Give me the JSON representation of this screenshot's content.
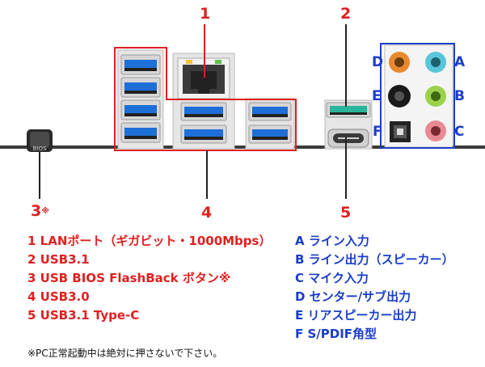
{
  "callouts": {
    "c1": "1",
    "c2": "2",
    "c3": "3",
    "c3_mark": "※",
    "c4": "4",
    "c5": "5"
  },
  "bios_button_label": "BIOS",
  "port_letters": {
    "A": "A",
    "B": "B",
    "C": "C",
    "D": "D",
    "E": "E",
    "F": "F"
  },
  "legend_left": [
    "1 LANポート（ギガビット・1000Mbps）",
    "2 USB3.1",
    "3 USB BIOS FlashBack ボタン※",
    "4 USB3.0",
    "5 USB3.1 Type-C"
  ],
  "legend_right": [
    "A ライン入力",
    "B ライン出力（スピーカー）",
    "C マイク入力",
    "D センター/サブ出力",
    "E リアスピーカー出力",
    "F S/PDIF角型"
  ],
  "footnote": "※PC正常起動中は絶対に押さないで下さい。",
  "colors": {
    "callout_red": "#e02020",
    "port_blue": "#1a3ec8",
    "usb3_blue": "#1f6fd8",
    "usb31_teal": "#2ab59a",
    "audio_orange": "#e8892e",
    "audio_lightblue": "#58c6d8",
    "audio_black": "#1a1a1a",
    "audio_green": "#9bd24a",
    "audio_pink": "#e88a94"
  },
  "icons": [
    "bios-button-icon",
    "lan-port-icon",
    "usb-type-c-icon",
    "spdif-icon"
  ]
}
